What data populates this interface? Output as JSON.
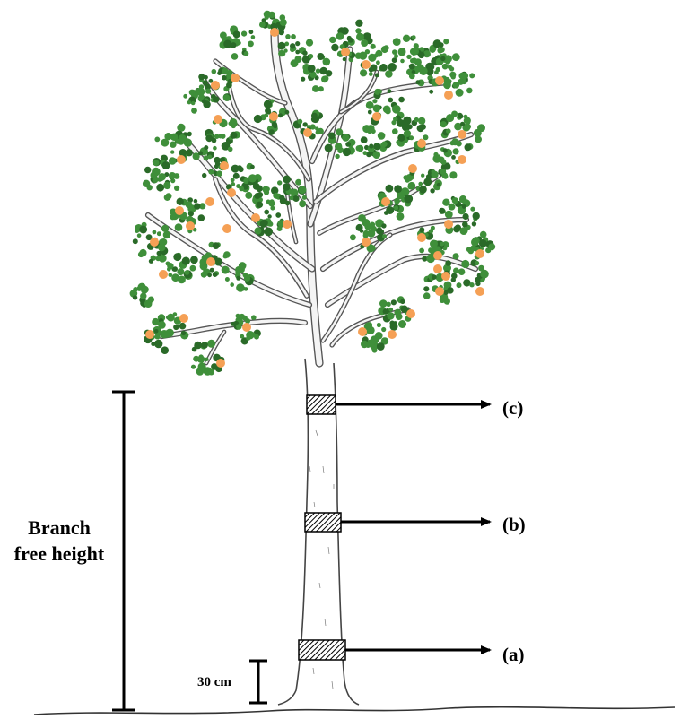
{
  "labels": {
    "c": "(c)",
    "b": "(b)",
    "a": "(a)",
    "height_line1": "Branch",
    "height_line2": "free height",
    "base_height": "30 cm"
  },
  "colors": {
    "leaf": "#3f8f3a",
    "leaf_dark": "#2a6a28",
    "fruit": "#f5a055",
    "bark_outline": "#444444",
    "band_hatch": "#000000",
    "arrow": "#000000"
  }
}
